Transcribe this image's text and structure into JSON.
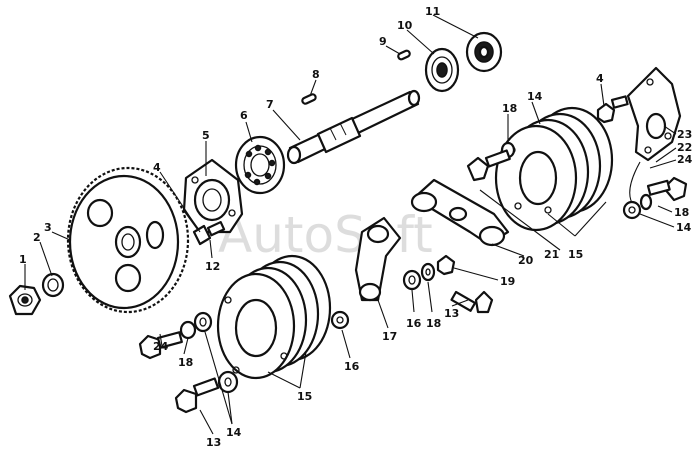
{
  "watermark": "AutoSoft",
  "callouts": {
    "c1": "1",
    "c2": "2",
    "c3": "3",
    "c4a": "4",
    "c4b": "4",
    "c5": "5",
    "c6": "6",
    "c7": "7",
    "c8": "8",
    "c9": "9",
    "c10": "10",
    "c11": "11",
    "c12": "12",
    "c13a": "13",
    "c13b": "13",
    "c14a": "14",
    "c14b": "14",
    "c14c": "14",
    "c15a": "15",
    "c15b": "15",
    "c16a": "16",
    "c16b": "16",
    "c17": "17",
    "c18a": "18",
    "c18b": "18",
    "c18c": "18",
    "c18d": "18",
    "c19": "19",
    "c20": "20",
    "c21": "21",
    "c22": "22",
    "c23": "23",
    "c24a": "24",
    "c24b": "24"
  }
}
